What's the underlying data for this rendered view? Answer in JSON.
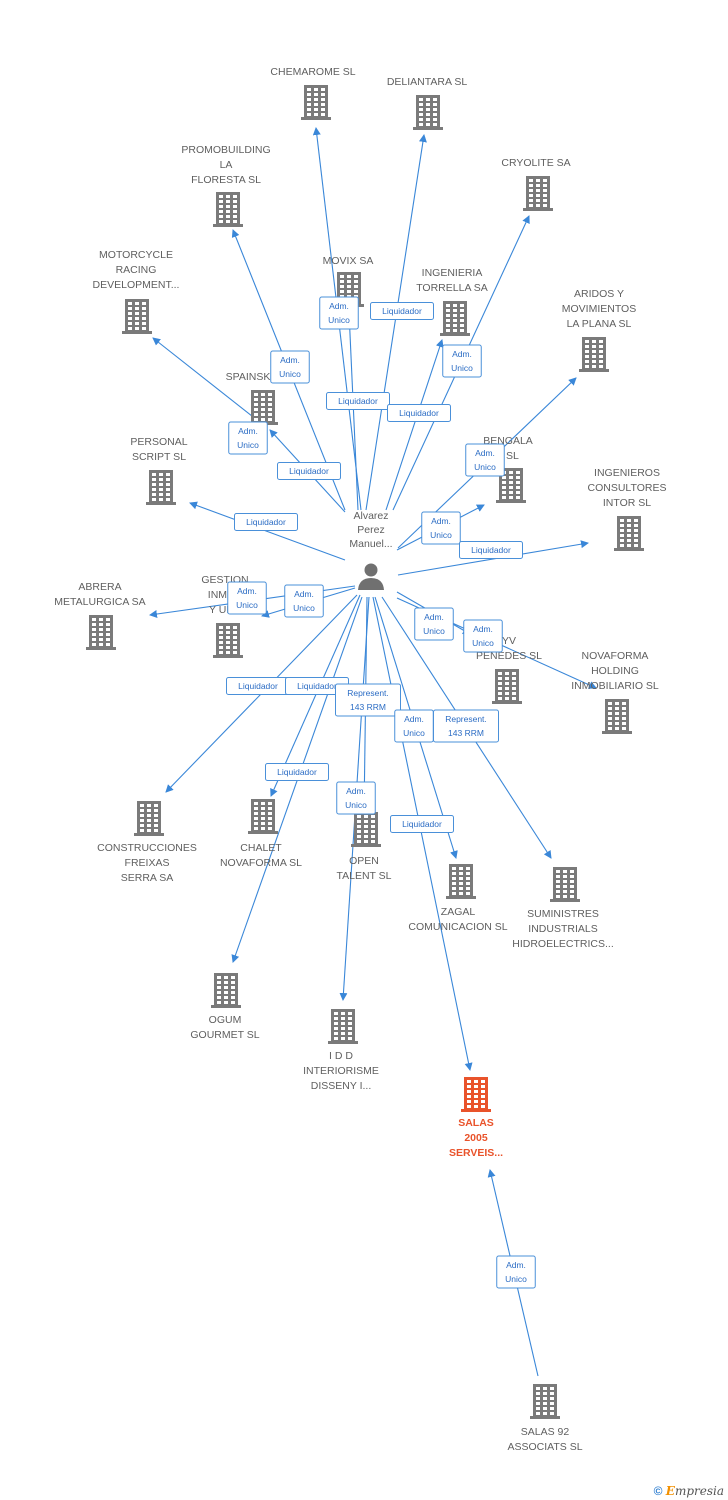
{
  "center": {
    "name_lines": [
      "Alvarez",
      "Perez",
      "Manuel..."
    ]
  },
  "companies": [
    {
      "id": "chemarome",
      "lines": [
        "CHEMAROME SL"
      ]
    },
    {
      "id": "deliantara",
      "lines": [
        "DELIANTARA SL"
      ]
    },
    {
      "id": "promobuilding",
      "lines": [
        "PROMOBUILDING",
        "LA",
        "FLORESTA SL"
      ]
    },
    {
      "id": "cryolite",
      "lines": [
        "CRYOLITE SA"
      ]
    },
    {
      "id": "motorcycle",
      "lines": [
        "MOTORCYCLE",
        "RACING",
        "DEVELOPMENT..."
      ]
    },
    {
      "id": "movix",
      "lines": [
        "MOVIX SA"
      ]
    },
    {
      "id": "ingenieria",
      "lines": [
        "INGENIERIA",
        "TORRELLA SA"
      ]
    },
    {
      "id": "aridos",
      "lines": [
        "ARIDOS Y",
        "MOVIMIENTOS",
        "LA PLANA SL"
      ]
    },
    {
      "id": "spainsk",
      "lines": [
        "SPAINSK"
      ]
    },
    {
      "id": "personal",
      "lines": [
        "PERSONAL",
        "SCRIPT SL"
      ]
    },
    {
      "id": "bengala",
      "lines": [
        "BENGALA",
        "3 SL"
      ]
    },
    {
      "id": "intor",
      "lines": [
        "INGENIEROS",
        "CONSULTORES",
        "INTOR SL"
      ]
    },
    {
      "id": "abrera",
      "lines": [
        "ABRERA",
        "METALURGICA SA"
      ]
    },
    {
      "id": "gestion",
      "lines": [
        "GESTION",
        "INMOB",
        "Y URB"
      ]
    },
    {
      "id": "penedes",
      "lines": [
        "YV",
        "PENEDES SL"
      ]
    },
    {
      "id": "novaforma_holding",
      "lines": [
        "NOVAFORMA",
        "HOLDING",
        "INMOBILIARIO SL"
      ]
    },
    {
      "id": "freixas",
      "lines": [
        "CONSTRUCCIONES",
        "FREIXAS",
        "SERRA SA"
      ]
    },
    {
      "id": "chalet",
      "lines": [
        "CHALET",
        "NOVAFORMA SL"
      ]
    },
    {
      "id": "open_talent",
      "lines": [
        "OPEN",
        "TALENT SL"
      ]
    },
    {
      "id": "zagal",
      "lines": [
        "ZAGAL",
        "COMUNICACION SL"
      ]
    },
    {
      "id": "suministres",
      "lines": [
        "SUMINISTRES",
        "INDUSTRIALS",
        "HIDROELECTRICS..."
      ]
    },
    {
      "id": "ogum",
      "lines": [
        "OGUM",
        "GOURMET SL"
      ]
    },
    {
      "id": "idd",
      "lines": [
        "I D D",
        "INTERIORISME",
        "DISSENY I..."
      ]
    },
    {
      "id": "salas2005",
      "lines": [
        "SALAS",
        "2005",
        "SERVEIS..."
      ],
      "highlight": true
    },
    {
      "id": "salas92",
      "lines": [
        "SALAS 92",
        "ASSOCIATS SL"
      ]
    }
  ],
  "edge_labels": [
    {
      "lines": [
        "Adm.",
        "Unico"
      ]
    },
    {
      "lines": [
        "Liquidador"
      ]
    },
    {
      "lines": [
        "Adm.",
        "Unico"
      ]
    },
    {
      "lines": [
        "Liquidador"
      ]
    },
    {
      "lines": [
        "Adm.",
        "Unico"
      ]
    },
    {
      "lines": [
        "Liquidador"
      ]
    },
    {
      "lines": [
        "Adm.",
        "Unico"
      ]
    },
    {
      "lines": [
        "Liquidador"
      ]
    },
    {
      "lines": [
        "Liquidador"
      ]
    },
    {
      "lines": [
        "Adm.",
        "Unico"
      ]
    },
    {
      "lines": [
        "Adm.",
        "Unico"
      ]
    },
    {
      "lines": [
        "Liquidador"
      ]
    },
    {
      "lines": [
        "Adm.",
        "Unico"
      ]
    },
    {
      "lines": [
        "Adm.",
        "Unico"
      ]
    },
    {
      "lines": [
        "Adm.",
        "Unico"
      ]
    },
    {
      "lines": [
        "Adm.",
        "Unico"
      ]
    },
    {
      "lines": [
        "Liquidador"
      ]
    },
    {
      "lines": [
        "Liquidador"
      ]
    },
    {
      "lines": [
        "Represent.",
        "143 RRM"
      ]
    },
    {
      "lines": [
        "Adm.",
        "Unico"
      ]
    },
    {
      "lines": [
        "Represent.",
        "143 RRM"
      ]
    },
    {
      "lines": [
        "Liquidador"
      ]
    },
    {
      "lines": [
        "Adm.",
        "Unico"
      ]
    },
    {
      "lines": [
        "Liquidador"
      ]
    },
    {
      "lines": [
        "Adm.",
        "Unico"
      ]
    }
  ],
  "footer": {
    "copyright": "©",
    "brand_initial": "E",
    "brand_rest": "mpresia"
  },
  "colors": {
    "edge": "#3a87d8",
    "building": "#7a7a7a",
    "highlight": "#e9532b",
    "label_border": "#4a90d9"
  }
}
